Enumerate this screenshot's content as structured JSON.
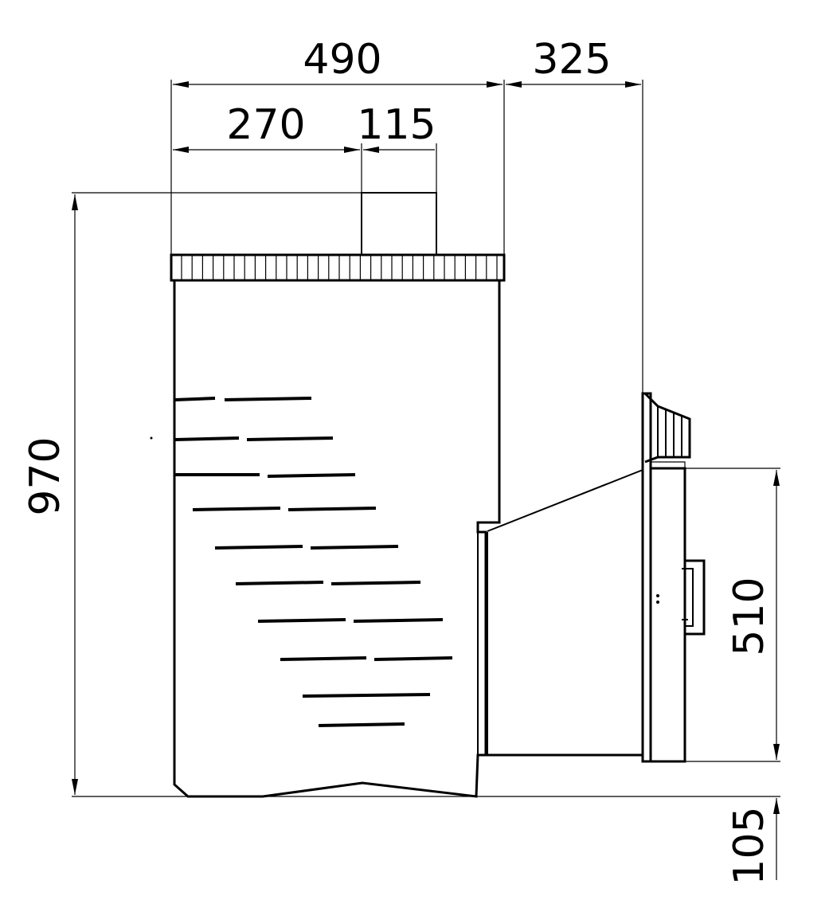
{
  "dimensions": {
    "overall_width": "490",
    "extension_width": "325",
    "offset_to_chimney": "270",
    "chimney_width": "115",
    "overall_height": "970",
    "door_height": "510",
    "base_offset": "105"
  },
  "colors": {
    "line": "#000000",
    "background": "#ffffff"
  }
}
